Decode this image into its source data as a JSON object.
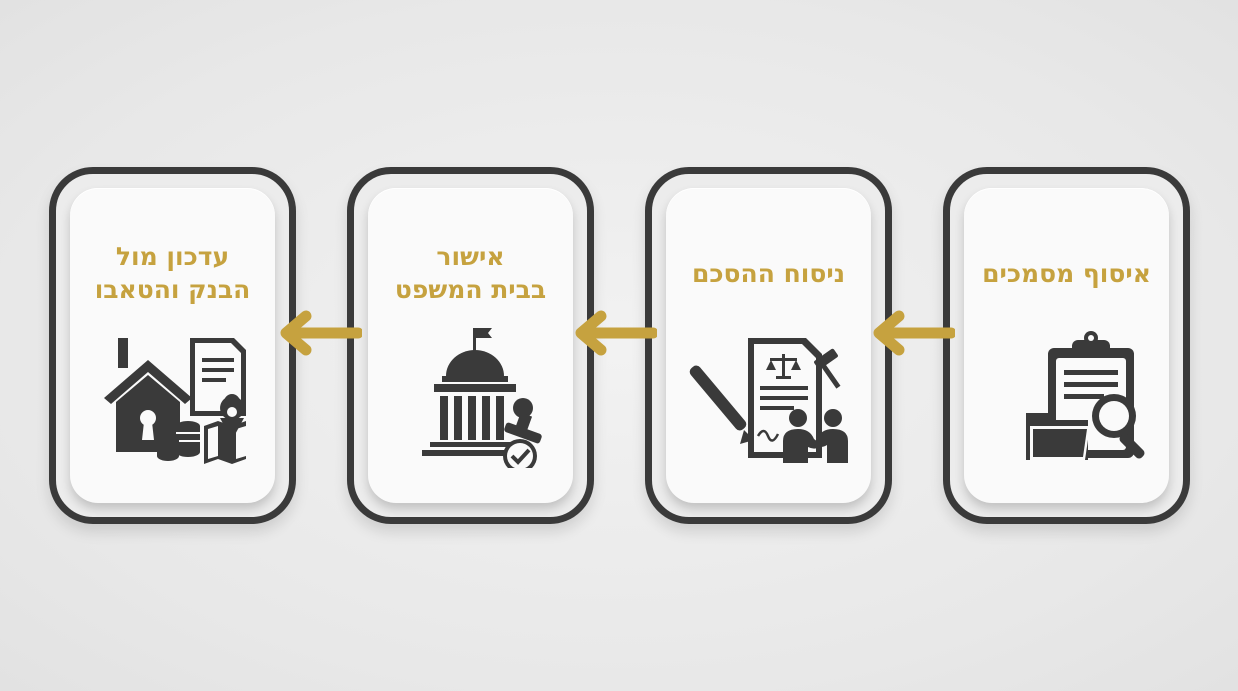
{
  "steps": [
    {
      "title": "איסוף מסמכים",
      "icon": "clipboard-folder-magnifier-icon"
    },
    {
      "title": "ניסוח ההסכם",
      "icon": "contract-pen-handshake-icon"
    },
    {
      "title": "אישור\nבבית המשפט",
      "icon": "courthouse-stamp-icon"
    },
    {
      "title": "עדכון מול\nהבנק והטאבו",
      "icon": "house-coins-map-icon"
    }
  ],
  "colors": {
    "accent": "#c6a23f",
    "dark": "#3a3a3a",
    "card": "#fafafa"
  }
}
